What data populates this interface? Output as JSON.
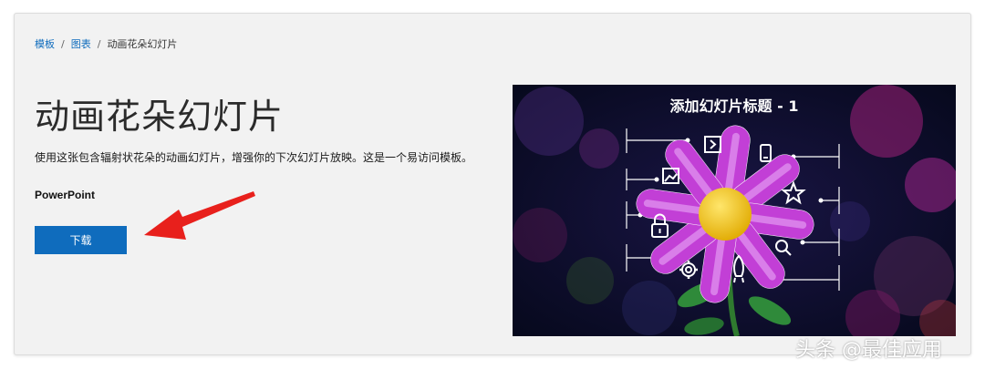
{
  "breadcrumb": {
    "item1": "模板",
    "item2": "图表",
    "current": "动画花朵幻灯片",
    "separator": "/"
  },
  "template": {
    "title": "动画花朵幻灯片",
    "description": "使用这张包含辐射状花朵的动画幻灯片，增强你的下次幻灯片放映。这是一个易访问模板。",
    "app_name": "PowerPoint",
    "download_label": "下载"
  },
  "preview": {
    "slide_title": "添加幻灯片标题 - 1",
    "petal_icons": [
      "arrow-right-icon",
      "phone-icon",
      "star-icon",
      "search-icon",
      "rocket-icon",
      "gear-icon",
      "lock-icon",
      "image-icon"
    ],
    "colors": {
      "petal": "#c23fd6",
      "petal_light": "#dc8cf0",
      "center": "#f5c000",
      "background": "#0b0f2a"
    }
  },
  "watermark": "头条 @最佳应用",
  "colors": {
    "accent": "#0f6cbd",
    "arrow": "#e8201c"
  }
}
